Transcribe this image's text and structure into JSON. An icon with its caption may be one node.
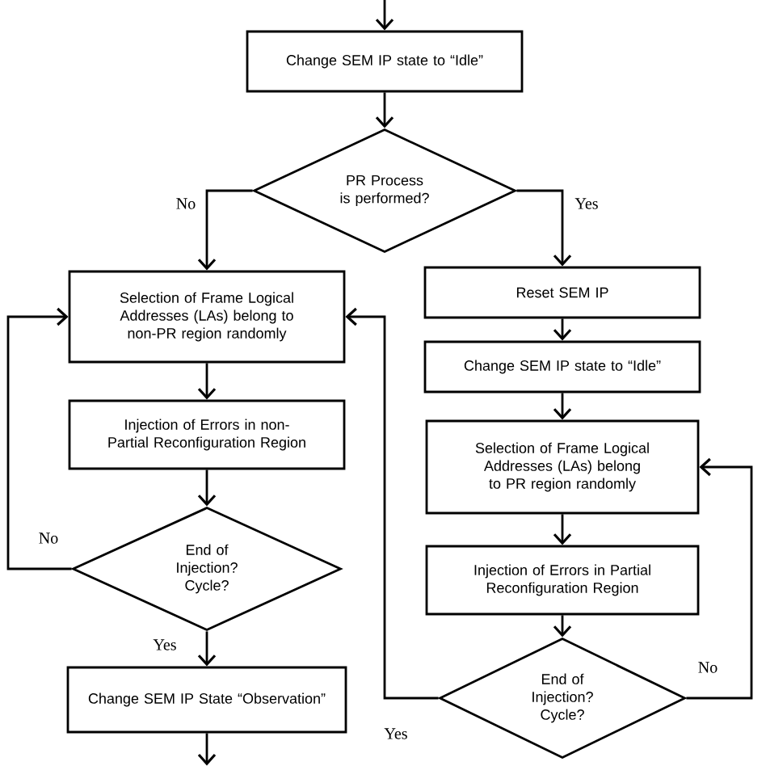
{
  "diagram": {
    "nodes": [
      {
        "text": [
          "Change SEM IP state to “Idle”"
        ]
      },
      {
        "text": [
          "PR Process is performed?"
        ]
      },
      {
        "text": [
          "Selection of Frame Logical Addresses (LAs) belong to non-PR region randomly"
        ]
      },
      {
        "text": [
          "Injection of Errors in non-Partial Reconfiguration Region"
        ]
      },
      {
        "text": [
          "End of Injection? Cycle?"
        ]
      },
      {
        "text": [
          "Change SEM IP State “Observation”"
        ]
      },
      {
        "text": [
          "Reset SEM IP"
        ]
      },
      {
        "text": [
          "Change SEM IP state to “Idle”"
        ]
      },
      {
        "text": [
          "Selection of Frame Logical Addresses (LAs) belong to PR region randomly"
        ]
      },
      {
        "text": [
          "Injection of Errors in Partial Reconfiguration Region"
        ]
      },
      {
        "text": [
          "End of Injection? Cycle?"
        ]
      }
    ],
    "edges": [
      {
        "from": null,
        "to": 0,
        "arrow": "to"
      },
      {
        "from": 0,
        "to": 1,
        "arrow": "to"
      },
      {
        "from": 1,
        "to": 2,
        "arrow": "to",
        "label": "No"
      },
      {
        "from": 1,
        "to": 6,
        "arrow": "to",
        "label": "Yes"
      },
      {
        "from": 2,
        "to": 3,
        "arrow": "to"
      },
      {
        "from": 3,
        "to": 4,
        "arrow": "to"
      },
      {
        "from": 4,
        "to": 2,
        "arrow": "to",
        "label": "No"
      },
      {
        "from": 4,
        "to": 5,
        "arrow": "to",
        "label": "Yes"
      },
      {
        "from": 5,
        "to": null,
        "arrow": "to"
      },
      {
        "from": 6,
        "to": 7,
        "arrow": "to"
      },
      {
        "from": 7,
        "to": 8,
        "arrow": "to"
      },
      {
        "from": 8,
        "to": 9,
        "arrow": "to"
      },
      {
        "from": 9,
        "to": 10,
        "arrow": "to"
      },
      {
        "from": 10,
        "to": 8,
        "arrow": "to",
        "label": "No"
      },
      {
        "from": 10,
        "to": 2,
        "arrow": "to",
        "label": "Yes"
      }
    ]
  }
}
